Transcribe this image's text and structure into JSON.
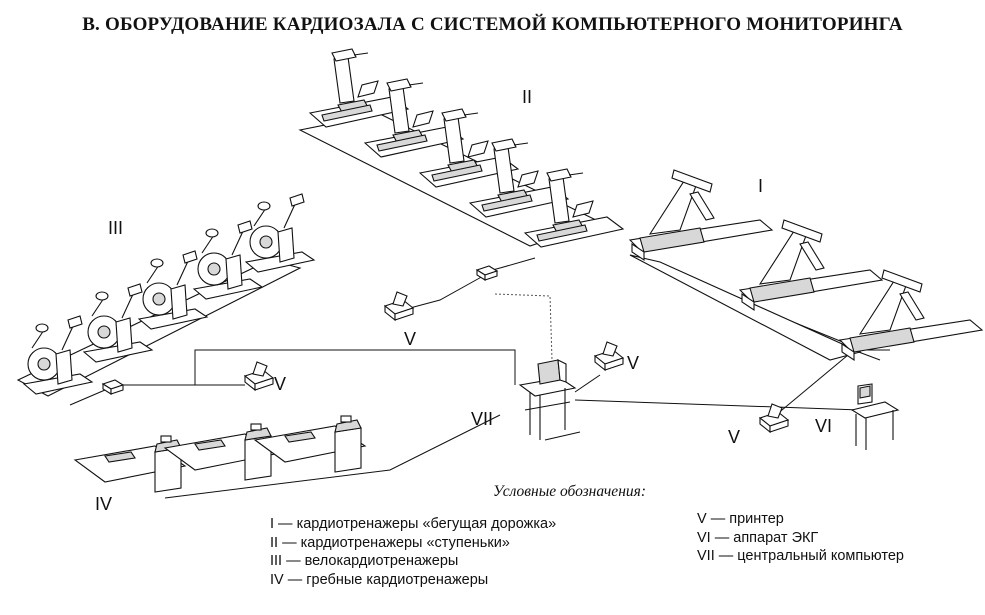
{
  "title": "В. ОБОРУДОВАНИЕ КАРДИОЗАЛА С СИСТЕМОЙ КОМПЬЮТЕРНОГО МОНИТОРИНГА",
  "labels": {
    "I": "I",
    "II": "II",
    "III": "III",
    "IV": "IV",
    "V": "V",
    "VI": "VI",
    "VII": "VII"
  },
  "legend": {
    "heading": "Условные обозначения:",
    "left": [
      "I — кардиотренажеры «бегущая дорожка»",
      "II — кардиотренажеры «ступеньки»",
      "III — велокардиотренажеры",
      "IV — гребные кардиотренажеры"
    ],
    "right": [
      "V — принтер",
      "VI — аппарат ЭКГ",
      "VII — центральный компьютер"
    ]
  },
  "icons": {
    "treadmill": "treadmill-icon",
    "stepper": "stepper-icon",
    "bike": "exercise-bike-icon",
    "rower": "rowing-machine-icon",
    "printer": "printer-icon",
    "ecg": "ecg-machine-icon",
    "computer": "computer-icon",
    "hub": "network-hub-icon"
  }
}
